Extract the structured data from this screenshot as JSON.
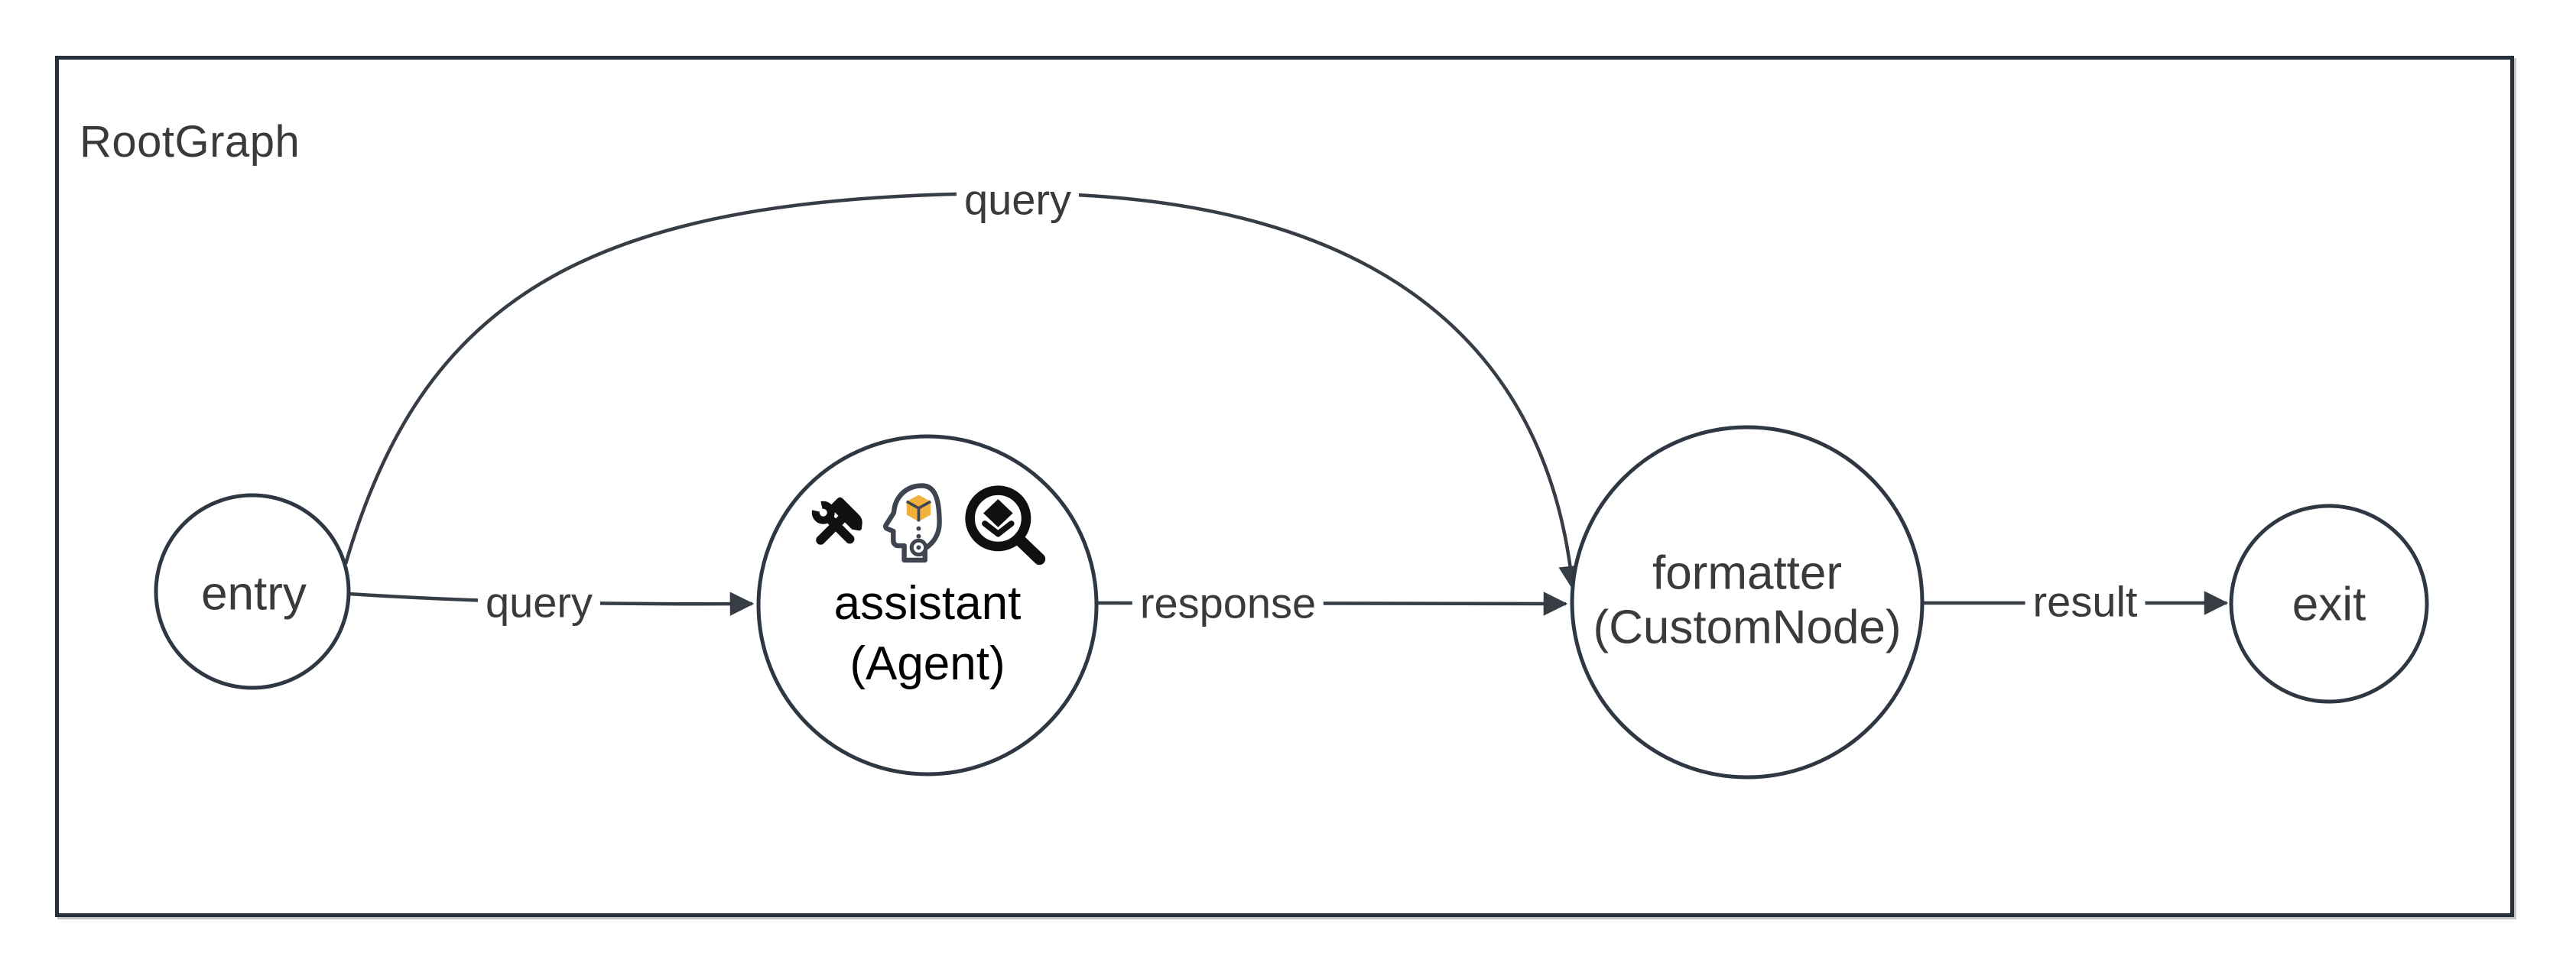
{
  "graph": {
    "title": "RootGraph",
    "nodes": [
      {
        "id": "entry",
        "label": "entry"
      },
      {
        "id": "assistant",
        "label": "assistant",
        "sublabel": "(Agent)",
        "icons": [
          "tools-icon",
          "agent-head-icon",
          "search-layers-icon"
        ]
      },
      {
        "id": "formatter",
        "label": "formatter",
        "sublabel": "(CustomNode)"
      },
      {
        "id": "exit",
        "label": "exit"
      }
    ],
    "edges": [
      {
        "from": "entry",
        "to": "assistant",
        "label": "query",
        "style": "straight"
      },
      {
        "from": "entry",
        "to": "formatter",
        "label": "query",
        "style": "curved"
      },
      {
        "from": "assistant",
        "to": "formatter",
        "label": "response",
        "style": "straight"
      },
      {
        "from": "formatter",
        "to": "exit",
        "label": "result",
        "style": "straight"
      }
    ],
    "colors": {
      "frame_border": "#262f3a",
      "node_stroke": "#2e3742",
      "edge_stroke": "#363d45",
      "text": "#3a3a3a",
      "icon_orange": "#f2b13d",
      "icon_outline": "#3f4550",
      "icon_black": "#0f1011"
    }
  }
}
